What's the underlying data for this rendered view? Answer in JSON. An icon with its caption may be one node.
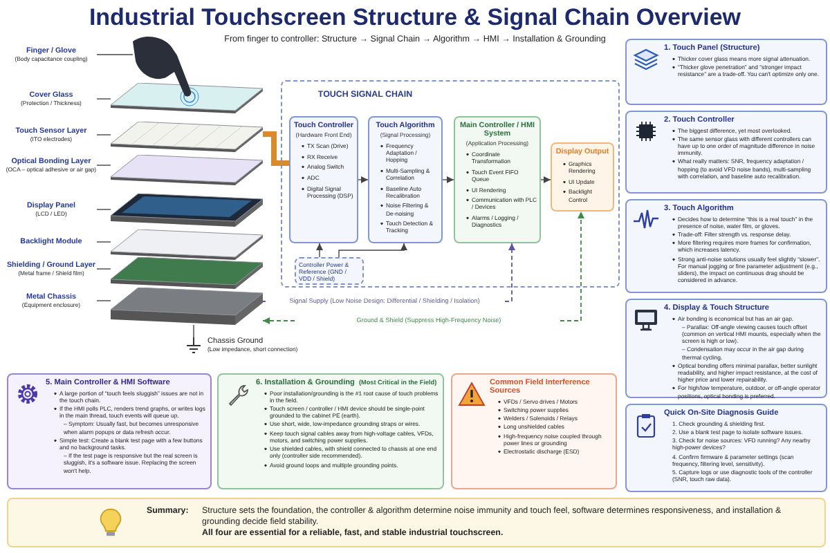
{
  "diagram": {
    "title": "Industrial Touchscreen Structure & Signal Chain Overview",
    "nodes": [
      {
        "text": [
          "Finger / Glove",
          "(Body capacitance coupling)"
        ]
      },
      {
        "text": [
          "Cover Glass",
          "(Protection / Thickness)"
        ]
      },
      {
        "text": [
          "Touch Sensor Layer",
          "(ITO electrodes)"
        ]
      },
      {
        "text": [
          "Optical Bonding Layer",
          "(OCA – optical adhesive or air gap)"
        ]
      },
      {
        "text": [
          "Display Panel",
          "(LCD / LED)"
        ]
      },
      {
        "text": [
          "Backlight Module"
        ]
      },
      {
        "text": [
          "Shielding / Ground Layer",
          "(Metal frame / Shield film)"
        ]
      },
      {
        "text": [
          "Metal Chassis",
          "(Equipment enclosure)"
        ]
      },
      {
        "text": [
          "Chassis Ground",
          "(Low impedance, short connection)"
        ]
      },
      {
        "text": [
          "TOUCH SIGNAL CHAIN"
        ]
      },
      {
        "text": [
          "Touch Controller",
          "(Hardware Front End)",
          "TX Scan (Drive)",
          "RX Receive",
          "Analog Switch",
          "ADC",
          "Digital Signal Processing (DSP)"
        ],
        "in": 9
      },
      {
        "text": [
          "Touch Algorithm",
          "(Signal Processing)",
          "Frequency Adaptation / Hopping",
          "Multi-Sampling & Correlation",
          "Baseline Auto Recalibration",
          "Noise Filtering & De-noising",
          "Touch Detection & Tracking"
        ],
        "in": 9
      },
      {
        "text": [
          "Main Controller / HMI System",
          "(Application Processing)",
          "Coordinate Transformation",
          "Touch Event FIFO Queue",
          "UI Rendering",
          "Communication with PLC / Devices",
          "Alarms / Logging / Diagnostics"
        ],
        "in": 9
      },
      {
        "text": [
          "Display Output",
          "Graphics Rendering",
          "UI Update",
          "Backlight Control"
        ],
        "in": 9
      },
      {
        "text": [
          "Controller Power & Reference (GND / VDD / Shield)"
        ],
        "in": 9
      },
      {
        "text": [
          "1. Touch Panel (Structure)",
          "Thicker cover glass means more signal attenuation.",
          "“Thicker glove penetration” and “stronger impact resistance” are a trade-off. You can't optimize only one."
        ]
      },
      {
        "text": [
          "2. Touch Controller",
          "The biggest difference, yet most overlooked.",
          "The same sensor glass with different controllers can have up to one order of magnitude difference in noise immunity.",
          "What really matters: SNR, frequency adaptation / hopping (to avoid VFD noise bands), multi-sampling with correlation, and baseline auto recalibration."
        ]
      },
      {
        "text": [
          "3. Touch Algorithm",
          "Decides how to determine “this is a real touch” in the presence of noise, water film, or gloves.",
          "Trade-off: Filter strength vs. response delay.",
          "More filtering requires more frames for confirmation, which increases latency.",
          "Strong anti-noise solutions usually feel slightly “slower”. For manual jogging or fine parameter adjustment (e.g., sliders), the impact on continuous drag should be considered in advance."
        ]
      },
      {
        "text": [
          "4. Display & Touch Structure",
          "Air bonding is economical but has an air gap.",
          "– Parallax: Off-angle viewing causes touch offset (common on vertical HMI mounts, especially when the screen is high or low).",
          "– Condensation may occur in the air gap during thermal cycling.",
          "Optical bonding offers minimal parallax, better sunlight readability, and higher impact resistance, at the cost of higher price and lower repairability.",
          "For high/low temperature, outdoor, or off-angle operator positions, optical bonding is preferred."
        ]
      },
      {
        "text": [
          "Quick On-Site Diagnosis Guide",
          "1. Check grounding & shielding first.",
          "2. Use a blank test page to isolate software issues.",
          "3. Check for noise sources: VFD running? Any nearby high-power devices?",
          "4. Confirm firmware & parameter settings (scan frequency, filtering level, sensitivity).",
          "5. Capture logs or use diagnostic tools of the controller (SNR, touch raw data)."
        ]
      },
      {
        "text": [
          "5. Main Controller & HMI Software",
          "A large portion of “touch feels sluggish” issues are not in the touch chain.",
          "If the HMI polls PLC, renders trend graphs, or writes logs in the main thread, touch events will queue up.",
          "– Symptom: Usually fast, but becomes unresponsive when alarm popups or data refresh occur.",
          "Simple test: Create a blank test page with a few buttons and no background tasks.",
          "– If the test page is responsive but the real screen is sluggish, it's a software issue. Replacing the screen won't help."
        ]
      },
      {
        "text": [
          "6. Installation & Grounding",
          "(Most Critical in the Field)",
          "Poor installation/grounding is the #1 root cause of touch problems in the field.",
          "Touch screen / controller / HMI device should be single-point grounded to the cabinet PE (earth).",
          "Use short, wide, low-impedance grounding straps or wires.",
          "Keep touch signal cables away from high-voltage cables, VFDs, motors, and switching power supplies.",
          "Use shielded cables, with shield connected to chassis at one end only (controller side recommended).",
          "Avoid ground loops and multiple grounding points."
        ]
      },
      {
        "text": [
          "Common Field Interference Sources",
          "VFDs / Servo drives / Motors",
          "Switching power supplies",
          "Welders / Solenoids / Relays",
          "Long unshielded cables",
          "High-frequency noise coupled through power lines or grounding",
          "Electrostatic discharge (ESD)"
        ]
      },
      {
        "text": [
          "Summary:",
          "Structure sets the foundation, the controller & algorithm determine noise immunity and touch feel, software determines responsiveness, and installation & grounding decide field stability.",
          "All four are essential for a reliable, fast, and stable industrial touchscreen."
        ]
      },
      {
        "text": [],
        "shape": "picture"
      },
      {
        "text": [],
        "shape": "box"
      },
      {
        "text": [],
        "shape": "box"
      },
      {
        "text": [],
        "shape": "box"
      },
      {
        "text": [],
        "shape": "box"
      },
      {
        "text": [],
        "shape": "box"
      },
      {
        "text": [],
        "shape": "box"
      },
      {
        "text": [],
        "shape": "box"
      }
    ],
    "edges": [
      {
        "from": 0,
        "to": 24,
        "arrow": "none"
      },
      {
        "from": 1,
        "to": 25,
        "arrow": "none"
      },
      {
        "from": 2,
        "to": 26,
        "arrow": "none"
      },
      {
        "from": 3,
        "to": 27,
        "arrow": "none"
      },
      {
        "from": 4,
        "to": 28,
        "arrow": "none"
      },
      {
        "from": 5,
        "to": 29,
        "arrow": "none"
      },
      {
        "from": 6,
        "to": 30,
        "arrow": "none"
      },
      {
        "from": 7,
        "to": 31,
        "arrow": "none"
      },
      {
        "from": 31,
        "to": 8,
        "arrow": "none"
      },
      {
        "from": 10,
        "to": 11,
        "arrow": "to"
      },
      {
        "from": 11,
        "to": 12,
        "arrow": "to"
      },
      {
        "from": 12,
        "to": 13,
        "arrow": "to"
      },
      {
        "from": 14,
        "to": 10,
        "arrow": "to"
      },
      {
        "from": 14,
        "to": 11,
        "arrow": "to"
      },
      {
        "from": 31,
        "to": 12,
        "arrow": "to",
        "label": "Signal Supply (Low Noise Design:  Differential / Shielding / Isolation)",
        "style": "dashed",
        "color": "#5a57a6"
      },
      {
        "from": 31,
        "to": 13,
        "arrow": "both",
        "label": "Ground & Shield  (Suppress High-Frequency Noise)",
        "style": "dashed",
        "color": "#3f8a45"
      },
      {
        "from": 26,
        "to": 10,
        "arrow": "none",
        "style": "thick",
        "color": "#d98b2b"
      }
    ],
    "labels": [
      "From finger to controller:  Structure → Signal Chain → Algorithm → HMI → Installation & Grounding"
    ]
  }
}
